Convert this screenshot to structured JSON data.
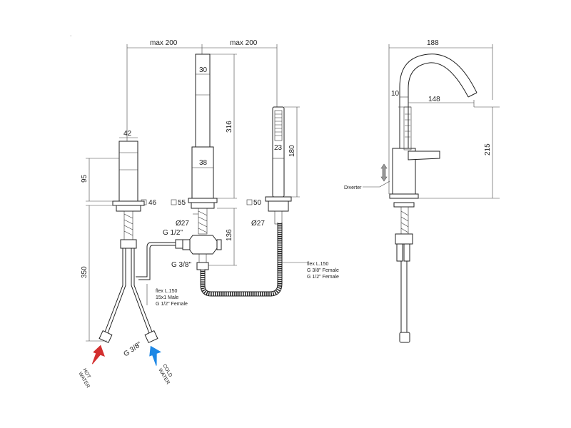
{
  "dimensions": {
    "max_200_left": "max 200",
    "max_200_right": "max 200",
    "d30": "30",
    "d316": "316",
    "d42": "42",
    "d95": "95",
    "d46": "46",
    "d55": "55",
    "d38": "38",
    "d180": "180",
    "d23": "23",
    "d50": "50",
    "d27a": "Ø27",
    "d27b": "Ø27",
    "d136": "136",
    "g12": "G 1/2\"",
    "g38a": "G 3/8\"",
    "g38b": "G 3/8\"",
    "d350": "350",
    "d188": "188",
    "d10": "10",
    "d148": "148",
    "d215": "215"
  },
  "notes": {
    "flex_left": [
      "flex L.150",
      "15x1 Male",
      "G 1/2\" Female"
    ],
    "flex_right": [
      "flex L.150",
      "G 3/8\" Female",
      "G 1/2\" Female"
    ],
    "diverter": "Diverter"
  },
  "water": {
    "hot": [
      "HOT",
      "WATER"
    ],
    "cold": [
      "COLD",
      "WATER"
    ],
    "hot_color": "#d32f2f",
    "cold_color": "#1e88e5"
  }
}
